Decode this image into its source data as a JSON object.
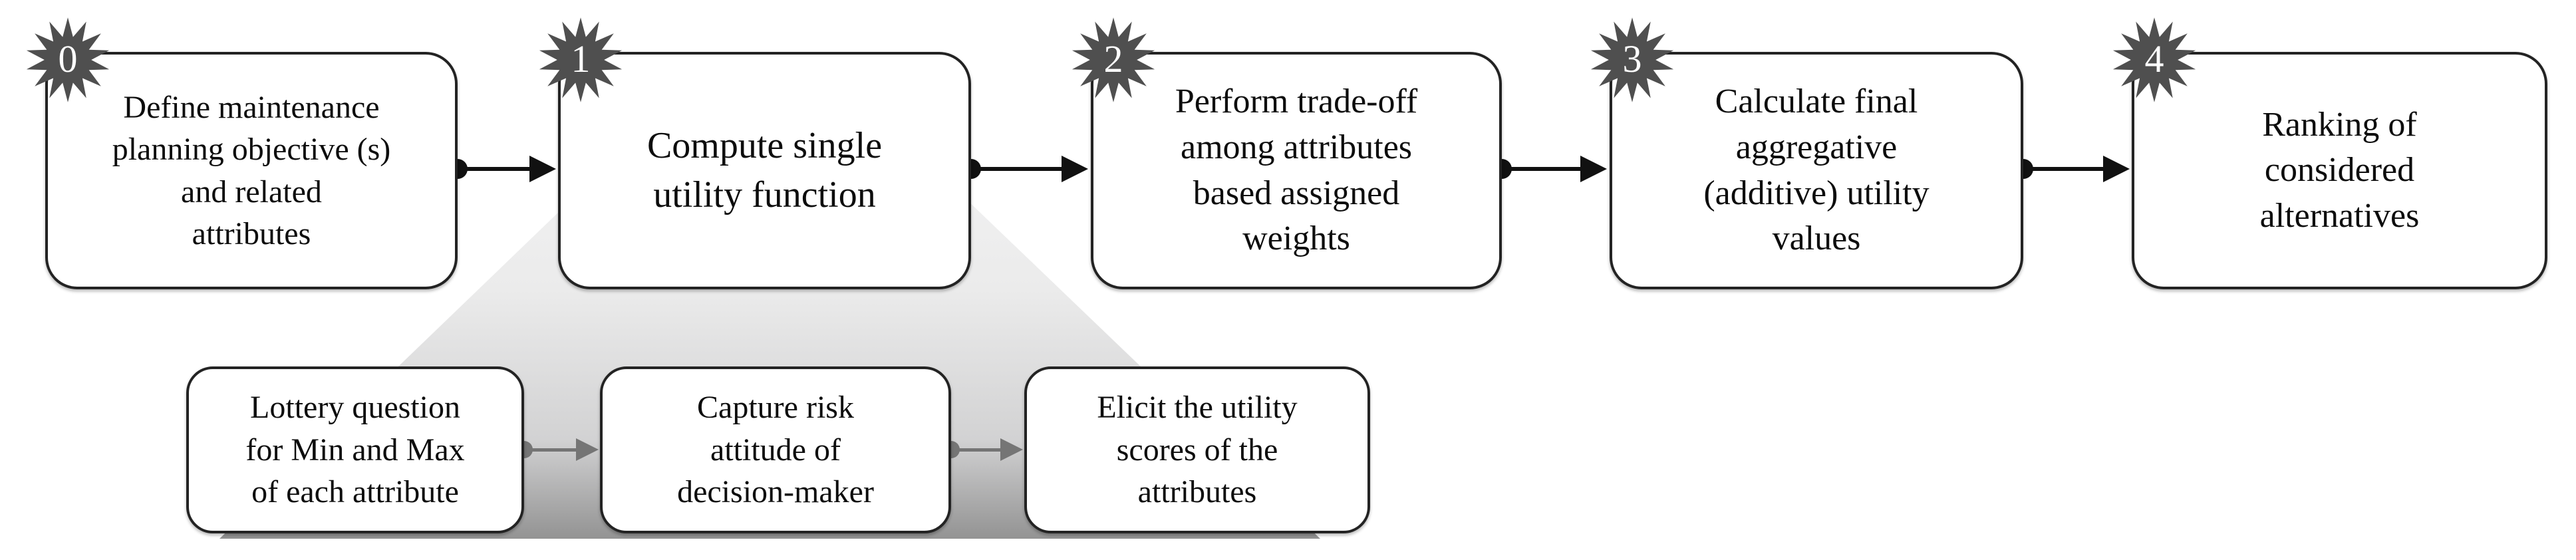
{
  "diagram": {
    "steps": [
      {
        "badge": "0",
        "text": "Define maintenance\nplanning objective (s)\nand related\nattributes"
      },
      {
        "badge": "1",
        "text": "Compute single\nutility function"
      },
      {
        "badge": "2",
        "text": "Perform trade-off\namong attributes\nbased assigned\nweights"
      },
      {
        "badge": "3",
        "text": "Calculate final\naggregative\n(additive) utility\nvalues"
      },
      {
        "badge": "4",
        "text": "Ranking of\nconsidered\nalternatives"
      }
    ],
    "substeps": [
      {
        "text": "Lottery question\nfor Min and Max\nof each attribute"
      },
      {
        "text": "Capture risk\nattitude of\ndecision-maker"
      },
      {
        "text": "Elicit the utility\nscores  of the\nattributes"
      }
    ],
    "colors": {
      "badge_fill": "#4f4f4f",
      "badge_number": "#ffffff",
      "box_border": "#232323",
      "main_connector": "#111111",
      "sub_connector": "#757575",
      "funnel_top": "#f5f5f6",
      "funnel_bottom": "#939393"
    }
  }
}
